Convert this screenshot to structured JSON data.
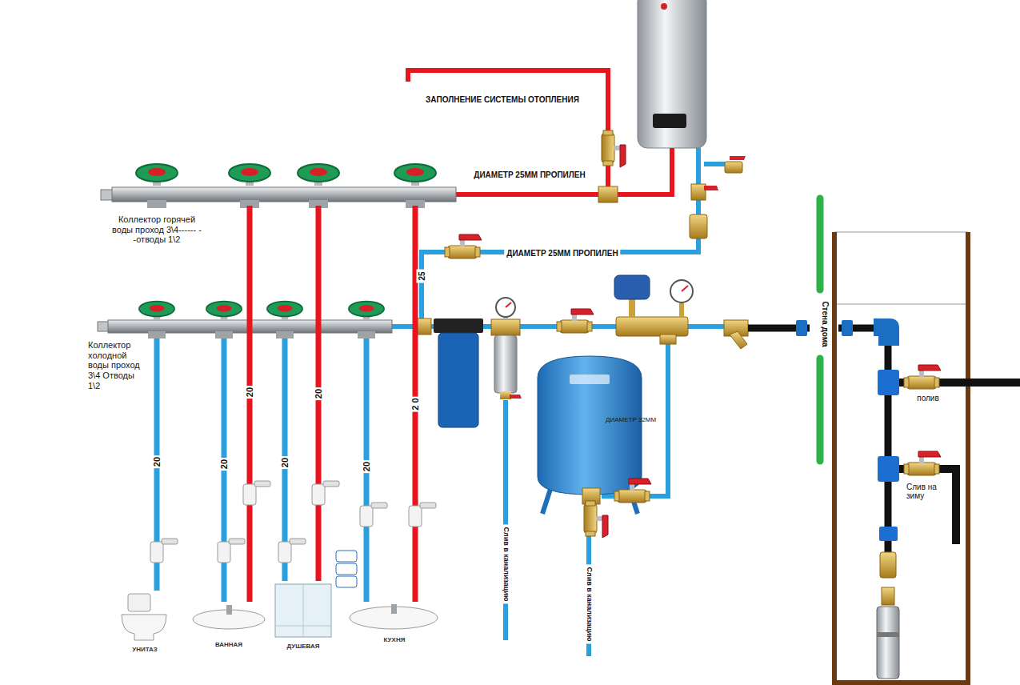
{
  "diagram": {
    "nodes": [
      {
        "text": [
          "Коллектор горячей воды проход 3\\4------ --отводы 1\\2"
        ]
      },
      {
        "text": [
          "Коллектор холодной воды проход 3\\4 Отводы 1\\2"
        ]
      },
      {
        "text": [
          "УНИТАЗ"
        ]
      },
      {
        "text": [
          "ВАННАЯ"
        ]
      },
      {
        "text": [
          "ДУШЕВАЯ"
        ]
      },
      {
        "text": [
          "КУХНЯ"
        ]
      },
      {
        "text": [
          "ДИАМЕТР 32ММ"
        ]
      }
    ],
    "edges": [
      {
        "from": 1,
        "to": 2,
        "arrow": "none",
        "label": "20"
      },
      {
        "from": 1,
        "to": 3,
        "arrow": "none",
        "label": "20"
      },
      {
        "from": 0,
        "to": 3,
        "arrow": "none",
        "label": "20"
      },
      {
        "from": 1,
        "to": 4,
        "arrow": "none",
        "label": "20"
      },
      {
        "from": 0,
        "to": 4,
        "arrow": "none",
        "label": "20"
      },
      {
        "from": 1,
        "to": 5,
        "arrow": "none",
        "label": "20"
      },
      {
        "from": 0,
        "to": 5,
        "arrow": "none",
        "label": "2 0"
      }
    ],
    "labels": [
      "ЗАПОЛНЕНИЕ СИСТЕМЫ ОТОПЛЕНИЯ",
      "ДИАМЕТР 25ММ ПРОПИЛЕН",
      "ДИАМЕТР 25ММ ПРОПИЛЕН",
      "25",
      "Слив в канализацию",
      "Слив в канализацию",
      "Стена дома",
      "полив",
      "Слив на зиму"
    ]
  }
}
